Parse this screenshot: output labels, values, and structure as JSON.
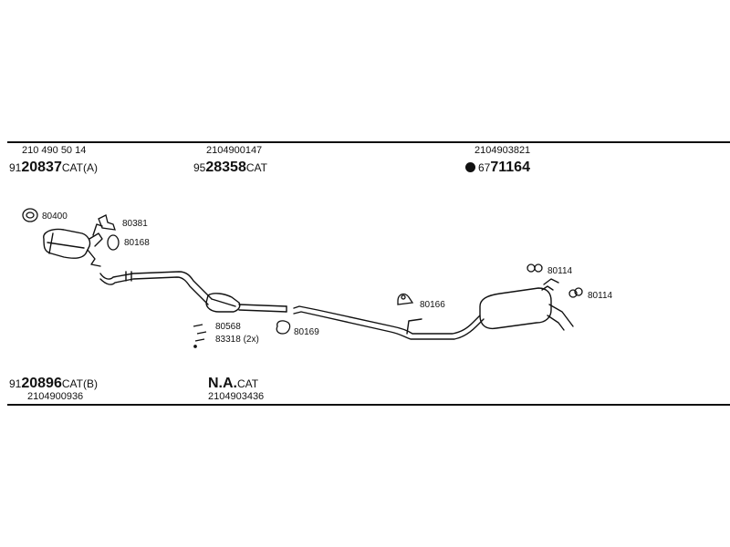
{
  "top_labels": [
    {
      "oe": "210 490 50 14",
      "prefix": "91",
      "code": "20837",
      "suffix": "CAT(A)"
    },
    {
      "oe": "2104900147",
      "prefix": "95",
      "code": "28358",
      "suffix": "CAT"
    },
    {
      "oe": "2104903821",
      "prefix": "67",
      "code": "71164",
      "suffix": ""
    }
  ],
  "bottom_labels": [
    {
      "oe": "2104900936",
      "prefix": "91",
      "code": "20896",
      "suffix": "CAT(B)"
    },
    {
      "oe": "2104903436",
      "prefix": "",
      "code": "N.A.",
      "suffix": "CAT"
    }
  ],
  "parts": {
    "p80400": "80400",
    "p80381": "80381",
    "p80168": "80168",
    "p80568": "80568",
    "p83318": "83318 (2x)",
    "p80169": "80169",
    "p80166": "80166",
    "p80114a": "80114",
    "p80114b": "80114"
  },
  "colors": {
    "line": "#111111",
    "background": "#ffffff"
  }
}
